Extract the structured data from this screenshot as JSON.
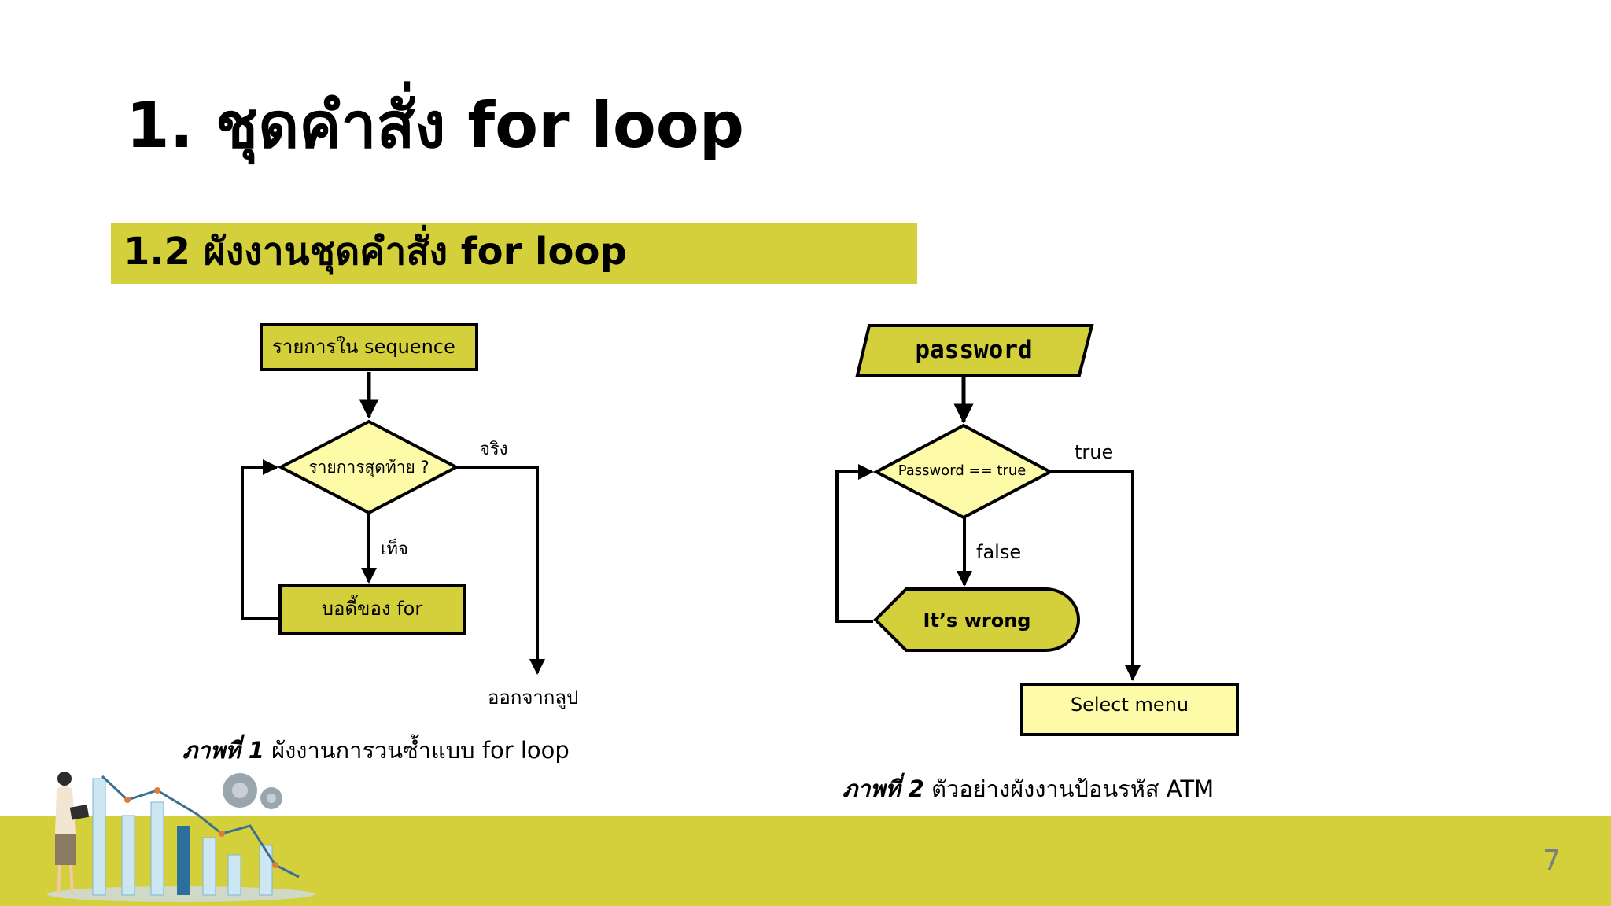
{
  "slide": {
    "title": "1. ชุดคำสั่ง for loop",
    "subtitle": "1.2 ผังงานชุดคำสั่ง for loop",
    "page_number": "7"
  },
  "figure1": {
    "start_box": "รายการใน sequence",
    "decision": "รายการสุดท้าย ?",
    "true_label": "จริง",
    "false_label": "เท็จ",
    "body_box": "บอดี้ของ for",
    "exit_label": "ออกจากลูป",
    "caption_bold": "ภาพที่ 1",
    "caption_text": " ผังงานการวนซ้ำแบบ for loop"
  },
  "figure2": {
    "input_box": "password",
    "decision": "Password == true",
    "true_label": "true",
    "false_label": "false",
    "display_box": "It’s wrong",
    "end_box": "Select menu",
    "caption_bold": "ภาพที่ 2",
    "caption_text": " ตัวอย่างผังงานป้อนรหัส ATM"
  },
  "colors": {
    "accent": "#d4d03c",
    "shape_fill_light": "#fdfaa8",
    "page_number": "#7f7f7f"
  },
  "icons": [
    "analytics-illustration"
  ]
}
